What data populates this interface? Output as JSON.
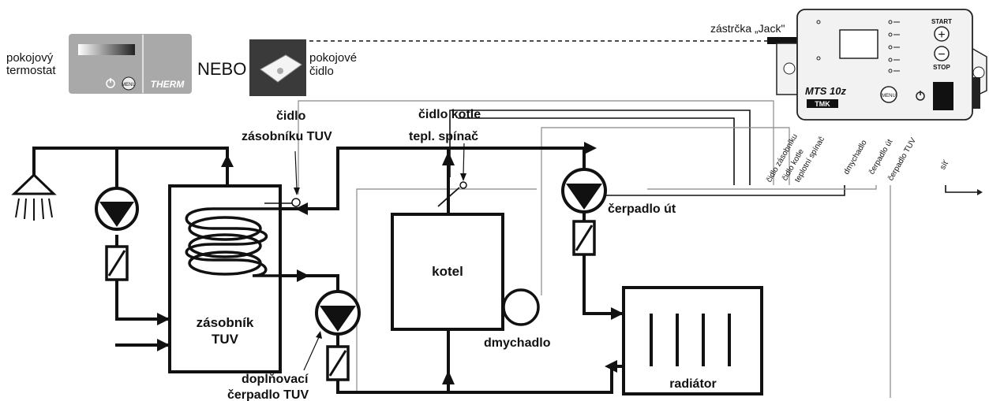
{
  "thermostat": {
    "label_line1": "pokojový",
    "label_line2": "termostat",
    "brand": "THERM",
    "menu_text": "MENU"
  },
  "nebo_text": "NEBO",
  "room_sensor": {
    "label_line1": "pokojové",
    "label_line2": "čidlo"
  },
  "jack_label": "zástrčka „Jack\"",
  "controller": {
    "model": "MTS 10z",
    "brand": "TMK",
    "start_label": "START",
    "stop_label": "STOP",
    "menu_label": "MENU",
    "plus_symbol": "+",
    "minus_symbol": "−",
    "terminals": [
      "čidlo zásobníku",
      "čidlo kotle",
      "teplotní spínač",
      "dmychadlo",
      "čerpadlo út",
      "čerpadlo TUV",
      "síť"
    ]
  },
  "labels": {
    "tank_sensor_line1": "čidlo",
    "tank_sensor_line2": "zásobníku TUV",
    "boiler_sensor": "čidlo kotle",
    "thermal_switch": "tepl. spínač",
    "heating_pump": "čerpadlo út",
    "boiler": "kotel",
    "blower": "dmychadlo",
    "tank_line1": "zásobník",
    "tank_line2": "TUV",
    "fill_pump_line1": "doplňovací",
    "fill_pump_line2": "čerpadlo TUV",
    "radiator": "radiátor"
  },
  "colors": {
    "line": "#111111",
    "wire": "#888888",
    "panel": "#a9a9a9",
    "device": "#f2f2f2"
  }
}
